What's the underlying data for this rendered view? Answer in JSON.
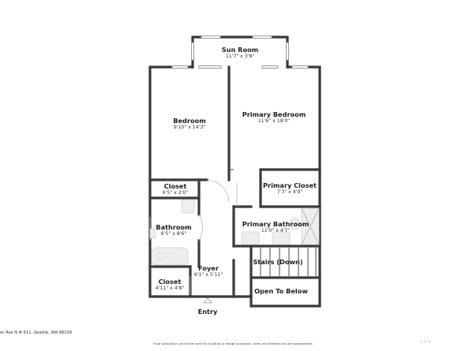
{
  "rooms": {
    "sun_room": {
      "name": "Sun Room",
      "dims": "11'7\" x 3'8\""
    },
    "bedroom": {
      "name": "Bedroom",
      "dims": "9'10\" x 14'3\""
    },
    "primary_bedroom": {
      "name": "Primary Bedroom",
      "dims": "11'6\" x 18'0\""
    },
    "closet_1": {
      "name": "Closet",
      "dims": "6'5\" x 2'0\""
    },
    "primary_closet": {
      "name": "Primary Closet",
      "dims": "7'3\" x 4'9\""
    },
    "bathroom": {
      "name": "Bathroom",
      "dims": "6'5\" x 8'6\""
    },
    "primary_bathroom": {
      "name": "Primary Bathroom",
      "dims": "11'0\" x 4'7\""
    },
    "stairs": {
      "name": "Stairs (Down)"
    },
    "foyer": {
      "name": "Foyer",
      "dims": "6'1\" x 5'11\""
    },
    "closet_2": {
      "name": "Closet",
      "dims": "4'11\" x 4'8\""
    },
    "open_to_below": {
      "name": "Open To Below"
    }
  },
  "entry_label": "Entry",
  "address": "er Ave N # 611, Seattle, WA 98109",
  "disclaimer": "Floor plans/tour cannot be used for building or design purposes. Sizes and dimensions are approximate.",
  "brand": "· · ·"
}
